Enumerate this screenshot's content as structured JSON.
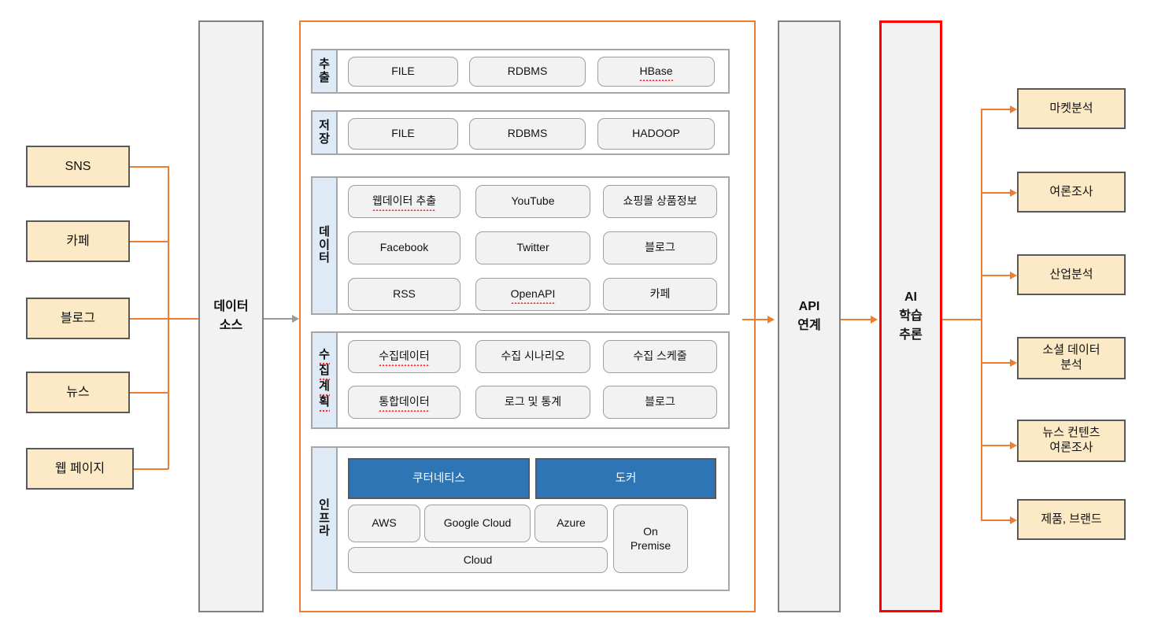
{
  "sources": {
    "items": [
      {
        "label": "SNS"
      },
      {
        "label": "카페"
      },
      {
        "label": "블로그"
      },
      {
        "label": "뉴스"
      },
      {
        "label": "웹 페이지"
      }
    ]
  },
  "pillars": {
    "data_source": {
      "line1": "데이터",
      "line2": "소스"
    },
    "api": {
      "line1": "API",
      "line2": "연계"
    },
    "ai": {
      "line1": "AI",
      "line2": "학습",
      "line3": "추론"
    }
  },
  "platform": {
    "sections": [
      {
        "label": "추출",
        "label_chars": [
          "추",
          "출"
        ],
        "rows": [
          [
            {
              "label": "FILE",
              "misspelled": false
            },
            {
              "label": "RDBMS",
              "misspelled": false
            },
            {
              "label": "HBase",
              "misspelled": true
            }
          ]
        ]
      },
      {
        "label": "저장",
        "label_chars": [
          "저",
          "장"
        ],
        "rows": [
          [
            {
              "label": "FILE",
              "misspelled": false
            },
            {
              "label": "RDBMS",
              "misspelled": false
            },
            {
              "label": "HADOOP",
              "misspelled": false
            }
          ]
        ]
      },
      {
        "label": "데이터",
        "label_chars": [
          "데",
          "이",
          "터"
        ],
        "rows": [
          [
            {
              "label": "웹데이터 추출",
              "misspelled": true
            },
            {
              "label": "YouTube",
              "misspelled": false
            },
            {
              "label": "쇼핑몰 상품정보",
              "misspelled": false
            }
          ],
          [
            {
              "label": "Facebook",
              "misspelled": false
            },
            {
              "label": "Twitter",
              "misspelled": false
            },
            {
              "label": "블로그",
              "misspelled": false
            }
          ],
          [
            {
              "label": "RSS",
              "misspelled": false
            },
            {
              "label": "OpenAPI",
              "misspelled": true
            },
            {
              "label": "카페",
              "misspelled": false
            }
          ]
        ]
      },
      {
        "label": "수집계획",
        "label_chars": [
          "수",
          "집",
          "계",
          "획"
        ],
        "rows": [
          [
            {
              "label": "수집데이터",
              "misspelled": true
            },
            {
              "label": "수집 시나리오",
              "misspelled": false
            },
            {
              "label": "수집 스케줄",
              "misspelled": false
            }
          ],
          [
            {
              "label": "통합데이터",
              "misspelled": true
            },
            {
              "label": "로그 및 통계",
              "misspelled": false
            },
            {
              "label": "블로그",
              "misspelled": false
            }
          ]
        ]
      }
    ],
    "infra": {
      "label": "인프라",
      "label_chars": [
        "인",
        "프",
        "라"
      ],
      "highlight": [
        {
          "label": "쿠터네티스"
        },
        {
          "label": "도커"
        }
      ],
      "clouds": [
        {
          "label": "AWS"
        },
        {
          "label": "Google Cloud"
        },
        {
          "label": "Azure"
        }
      ],
      "cloud_bar": {
        "label": "Cloud"
      },
      "on_premise": {
        "label": "On\nPremise",
        "line1": "On",
        "line2": "Premise"
      }
    }
  },
  "outputs": {
    "items": [
      {
        "label": "마켓분석",
        "line1": "마켓분석",
        "line2": ""
      },
      {
        "label": "여론조사",
        "line1": "여론조사",
        "line2": ""
      },
      {
        "label": "산업분석",
        "line1": "산업분석",
        "line2": ""
      },
      {
        "label": "소셜 데이터 분석",
        "line1": "소셜 데이터",
        "line2": "분석"
      },
      {
        "label": "뉴스 컨텐츠 여론조사",
        "line1": "뉴스 컨텐츠",
        "line2": "여론조사"
      },
      {
        "label": "제품, 브랜드",
        "line1": "제품, 브랜드",
        "line2": ""
      }
    ]
  },
  "colors": {
    "accent_orange": "#ED7D31",
    "source_fill": "#FCE9C6",
    "pillar_fill": "#F2F2F2",
    "section_label_fill": "#DEEAF6",
    "chip_fill": "#F2F2F2",
    "highlight_blue": "#2E75B6",
    "ai_border_red": "#FF0000"
  }
}
